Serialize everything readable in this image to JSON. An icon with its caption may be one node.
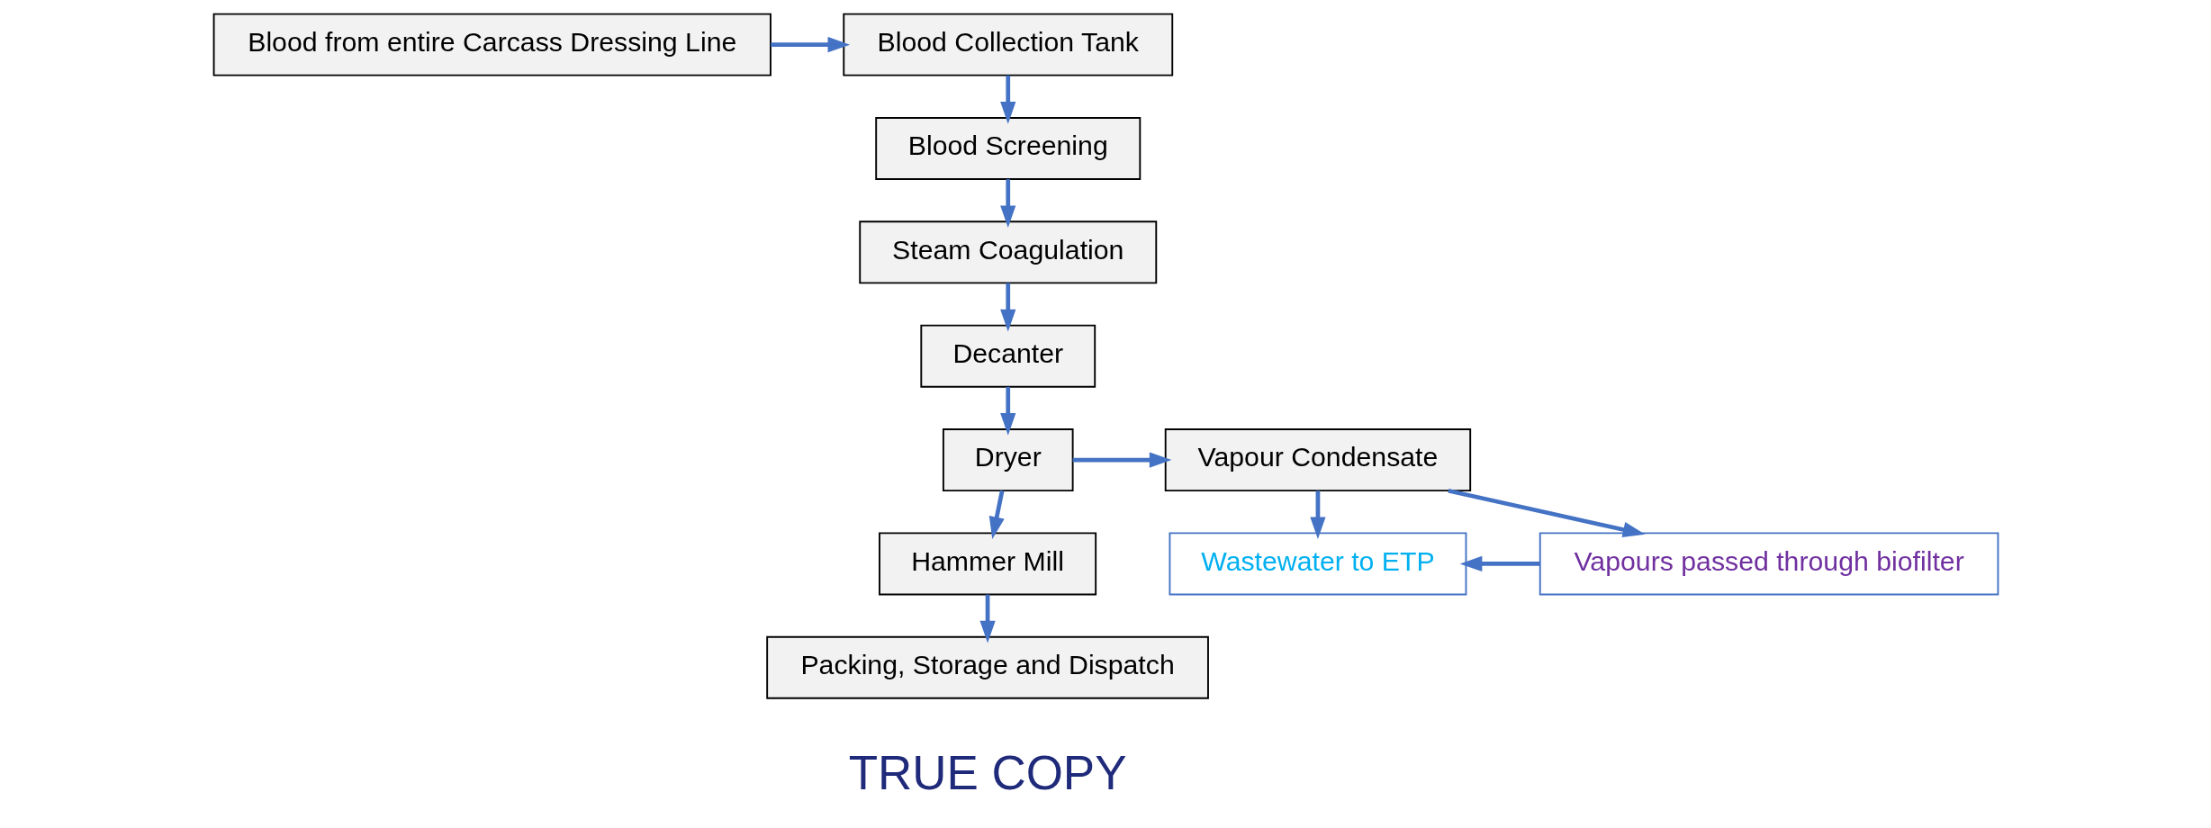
{
  "diagram": {
    "nodes": [
      {
        "text": [
          "Blood from entire Carcass Dressing Line"
        ]
      },
      {
        "text": [
          "Blood Collection Tank"
        ]
      },
      {
        "text": [
          "Blood Screening"
        ]
      },
      {
        "text": [
          "Steam Coagulation"
        ]
      },
      {
        "text": [
          "Decanter"
        ]
      },
      {
        "text": [
          "Dryer"
        ]
      },
      {
        "text": [
          "Hammer Mill"
        ]
      },
      {
        "text": [
          "Packing, Storage and Dispatch"
        ]
      },
      {
        "text": [
          "Vapour Condensate"
        ]
      },
      {
        "text": [
          "Wastewater to ETP"
        ]
      },
      {
        "text": [
          "Vapours passed through biofilter"
        ]
      }
    ],
    "edges": [
      {
        "from": 0,
        "to": 1,
        "arrow": "to"
      },
      {
        "from": 1,
        "to": 2,
        "arrow": "to"
      },
      {
        "from": 2,
        "to": 3,
        "arrow": "to"
      },
      {
        "from": 3,
        "to": 4,
        "arrow": "to"
      },
      {
        "from": 4,
        "to": 5,
        "arrow": "to"
      },
      {
        "from": 5,
        "to": 6,
        "arrow": "to"
      },
      {
        "from": 6,
        "to": 7,
        "arrow": "to"
      },
      {
        "from": 5,
        "to": 8,
        "arrow": "to"
      },
      {
        "from": 8,
        "to": 9,
        "arrow": "to"
      },
      {
        "from": 8,
        "to": 10,
        "arrow": "to"
      },
      {
        "from": 10,
        "to": 9,
        "arrow": "to"
      }
    ],
    "labels": [
      "TRUE COPY"
    ]
  }
}
